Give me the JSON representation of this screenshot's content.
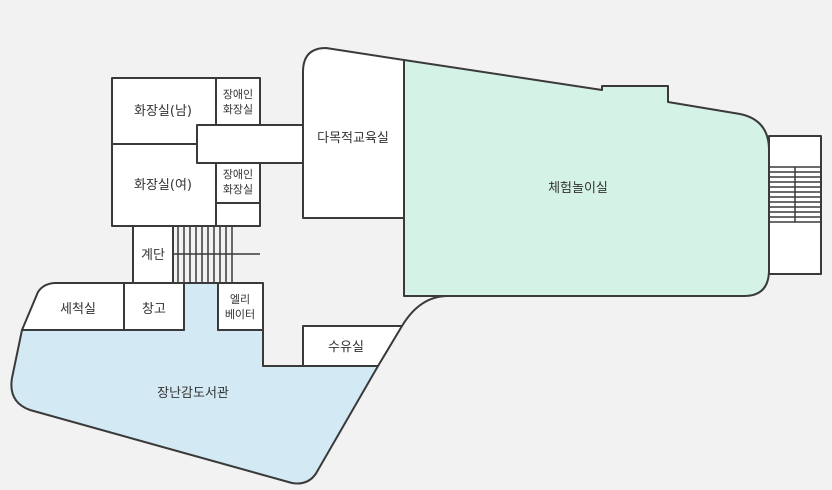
{
  "rooms": {
    "restroom_men": "화장실(남)",
    "accessible_restroom_1_line1": "장애인",
    "accessible_restroom_1_line2": "화장실",
    "restroom_women": "화장실(여)",
    "accessible_restroom_2_line1": "장애인",
    "accessible_restroom_2_line2": "화장실",
    "stairs": "계단",
    "multipurpose_room": "다목적교육실",
    "play_room": "체험놀이실",
    "laundry_room": "세척실",
    "storage": "창고",
    "elevator_line1": "엘리",
    "elevator_line2": "베이터",
    "nursing_room": "수유실",
    "toy_library": "장난감도서관"
  },
  "colors": {
    "background": "#f2f2f2",
    "wall": "#3a3a3a",
    "room_fill": "#ffffff",
    "play_room_fill": "#d5f2e6",
    "toy_library_fill": "#d3eaf4"
  }
}
